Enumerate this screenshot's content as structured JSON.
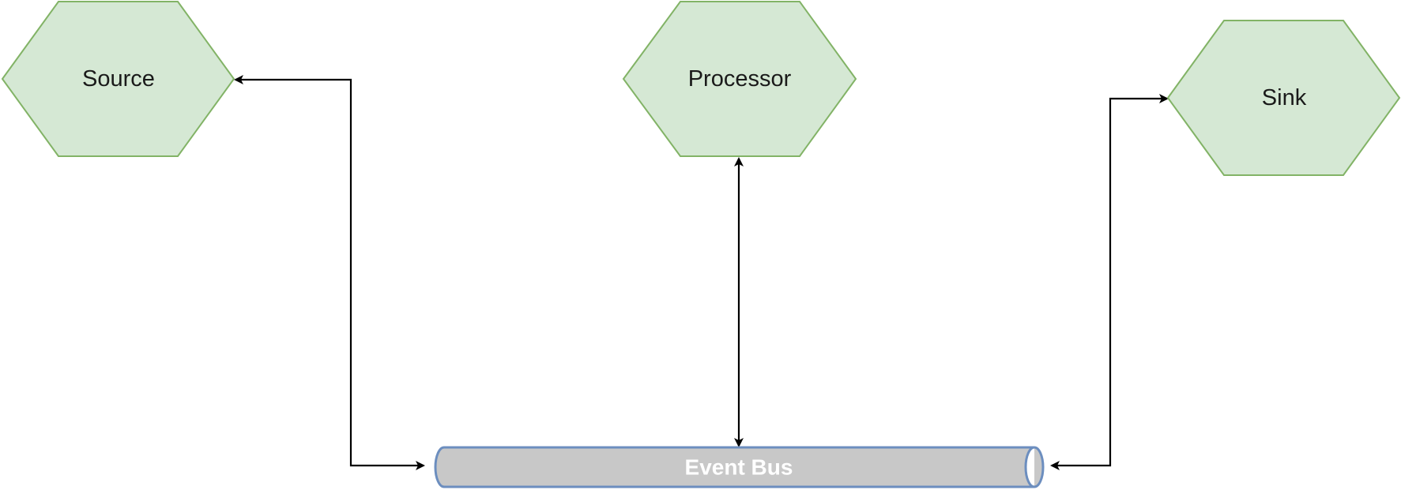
{
  "diagram": {
    "nodes": {
      "source": {
        "label": "Source"
      },
      "processor": {
        "label": "Processor"
      },
      "sink": {
        "label": "Sink"
      }
    },
    "bus": {
      "label": "Event Bus"
    },
    "edges": [
      {
        "from": "source",
        "to": "event-bus",
        "bidirectional": true
      },
      {
        "from": "processor",
        "to": "event-bus",
        "bidirectional": true
      },
      {
        "from": "sink",
        "to": "event-bus",
        "bidirectional": true
      }
    ]
  },
  "colors": {
    "node_fill": "#d5e8d4",
    "node_stroke": "#82b366",
    "bus_fill": "#c8c8c8",
    "bus_stroke": "#6c8ebf",
    "connector": "#000000"
  }
}
